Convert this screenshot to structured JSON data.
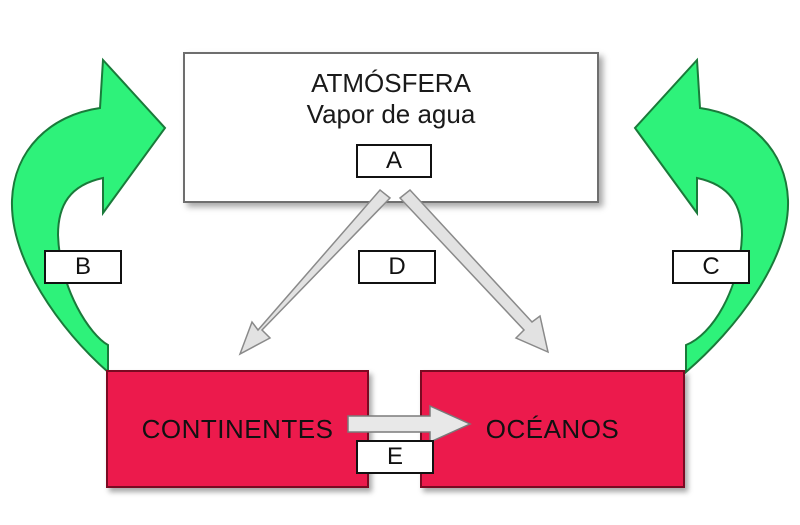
{
  "atmosphere": {
    "title": "ATMÓSFERA",
    "subtitle": "Vapor de agua"
  },
  "labels": {
    "a": "A",
    "b": "B",
    "c": "C",
    "d": "D",
    "e": "E"
  },
  "continents": "CONTINENTES",
  "oceans": "OCÉANOS",
  "colors": {
    "arrow_green": "#2ef27a",
    "box_red": "#ec1a4c",
    "arrow_grey": "#d8d8d8"
  }
}
